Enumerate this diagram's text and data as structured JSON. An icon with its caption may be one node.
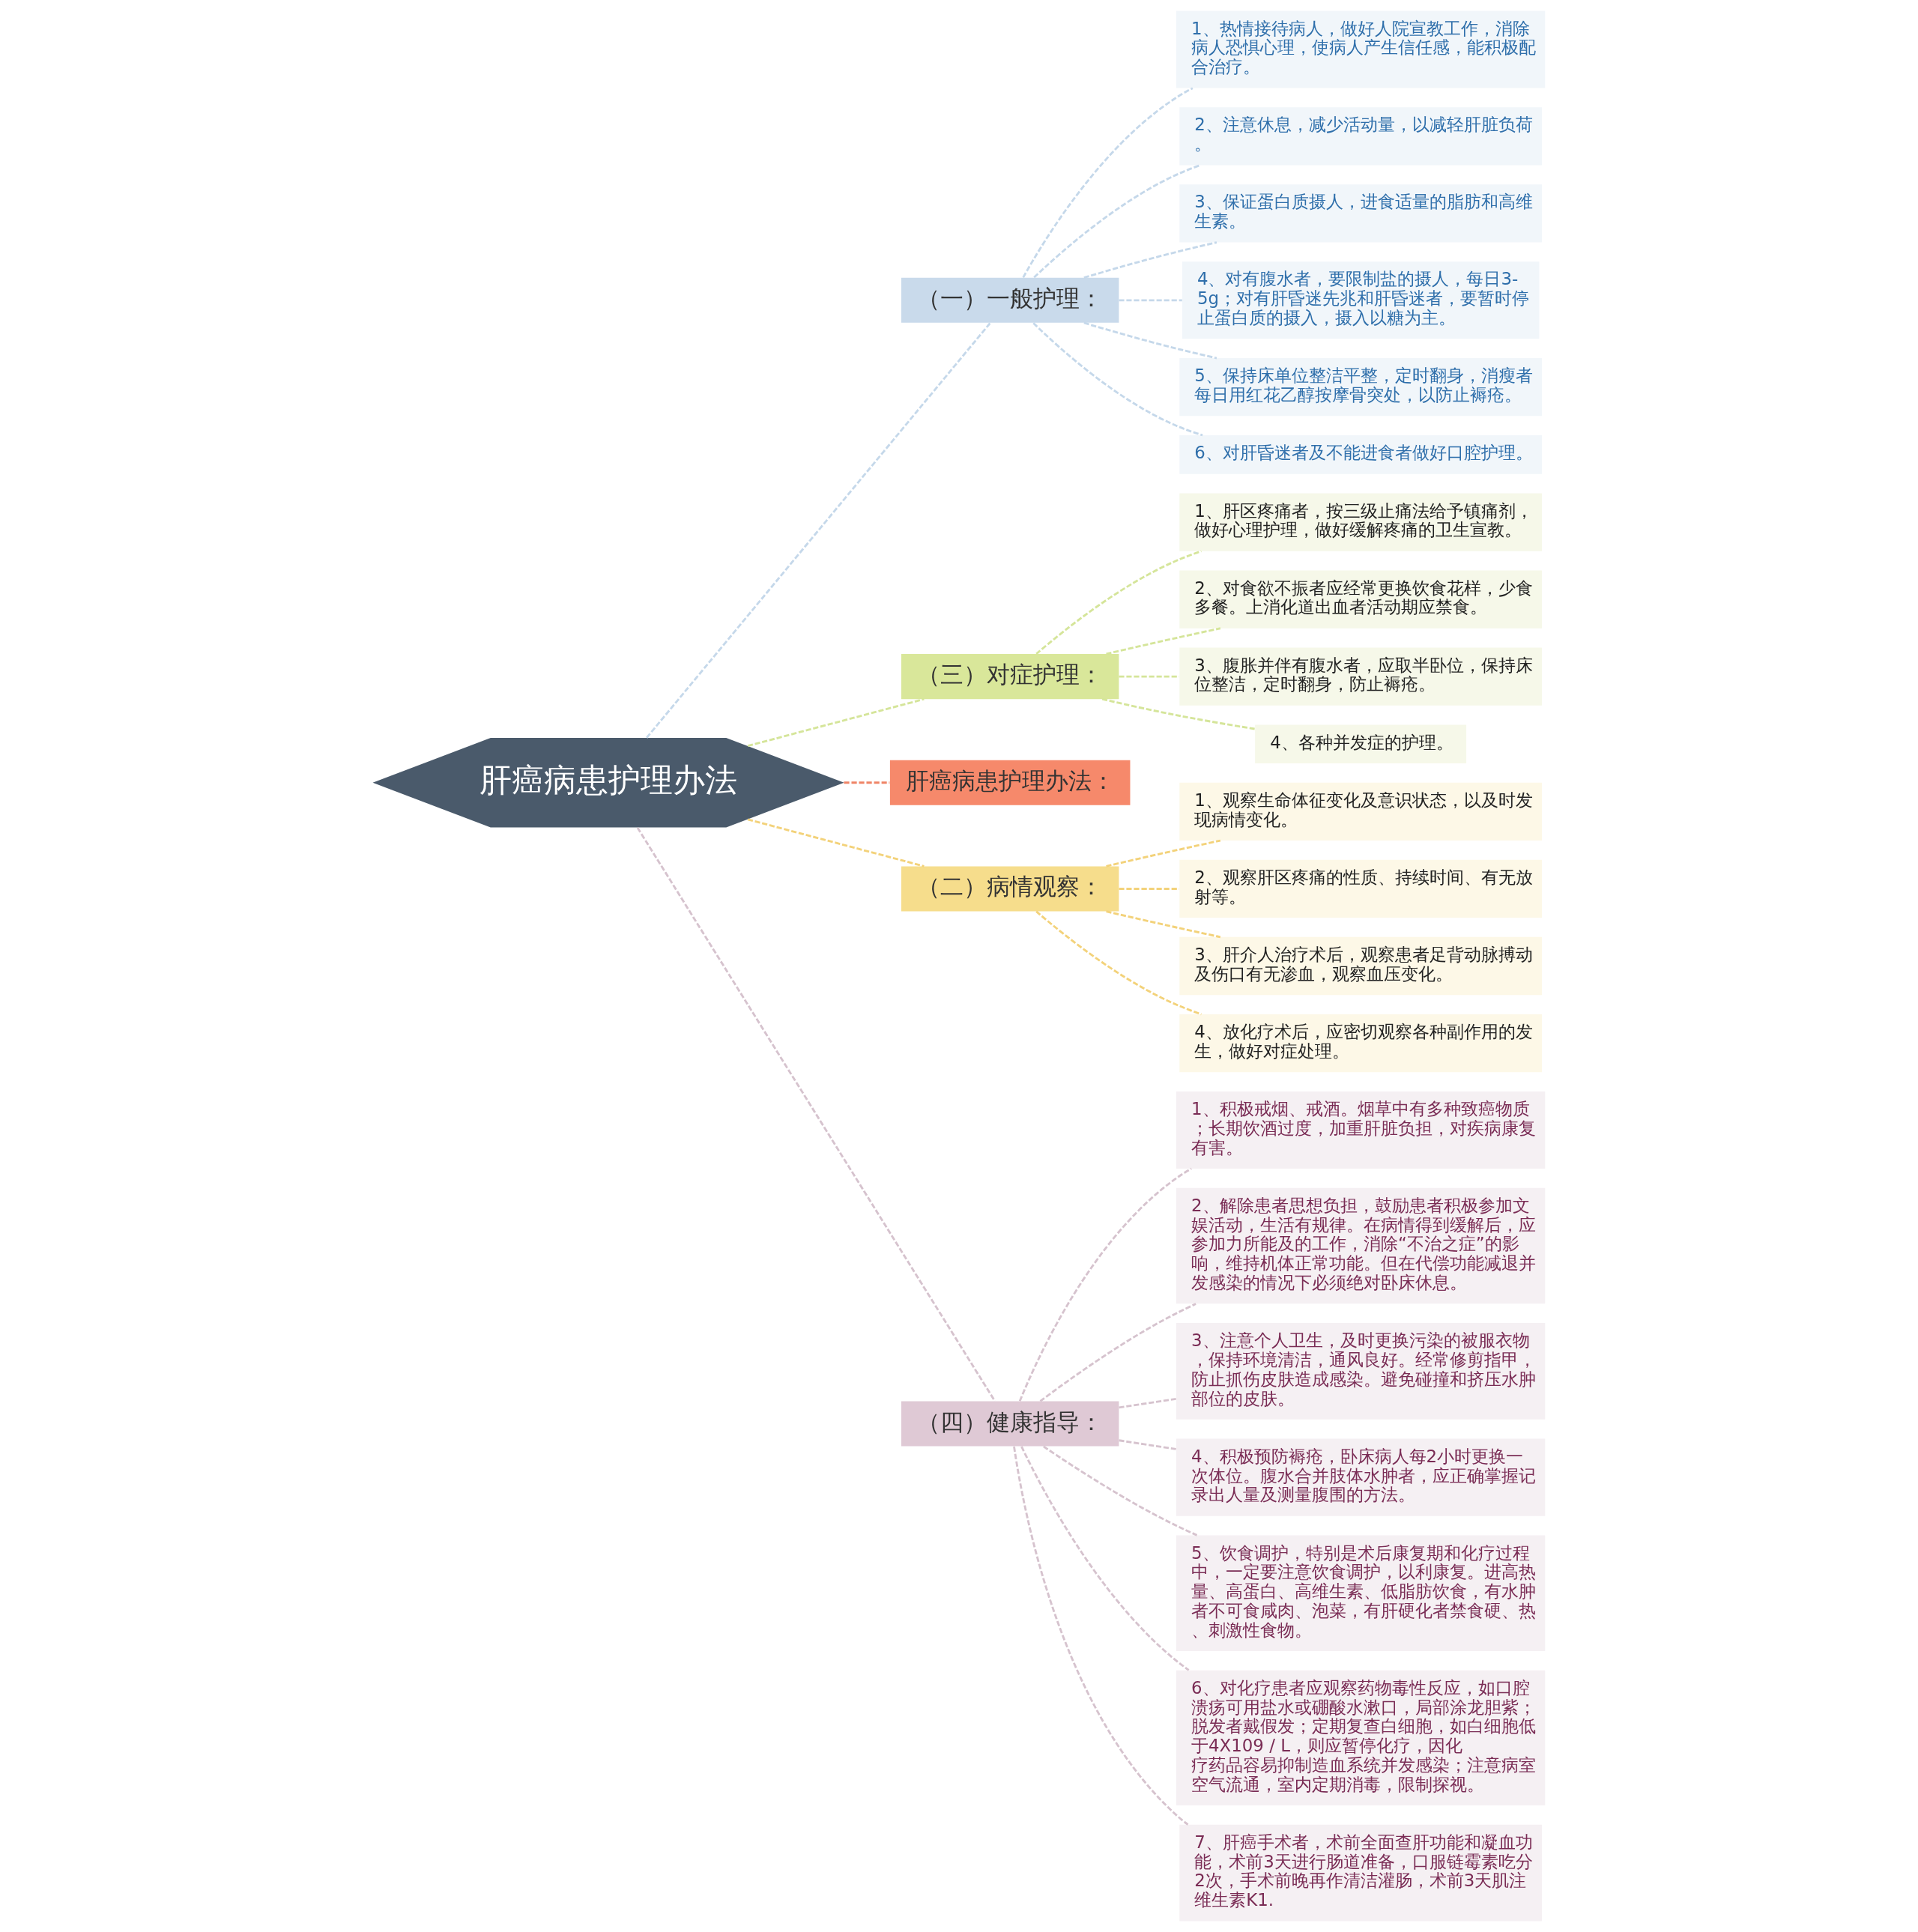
{
  "diagram": {
    "nodes": [
      {
        "text": [
          "肝癌病患护理办法"
        ]
      },
      {
        "text": [
          "（一）一般护理："
        ]
      },
      {
        "text": [
          "1、热情接待病人，做好人院宣教工作，消除病人恐惧心理，使病人产生信任感，能积极配合治疗。"
        ]
      },
      {
        "text": [
          "2、注意休息，减少活动量，以减轻肝脏负荷。"
        ]
      },
      {
        "text": [
          "3、保证蛋白质摄人，进食适量的脂肪和高维生素。"
        ]
      },
      {
        "text": [
          "4、对有腹水者，要限制盐的摄人，每日3-5g；对有肝昏迷先兆和肝昏迷者，要暂时停止蛋白质的摄入，摄入以糖为主。"
        ]
      },
      {
        "text": [
          "5、保持床单位整洁平整，定时翻身，消瘦者每日用红花乙醇按摩骨突处，以防止褥疮。"
        ]
      },
      {
        "text": [
          "6、对肝昏迷者及不能进食者做好口腔护理。"
        ]
      },
      {
        "text": [
          "（三）对症护理："
        ]
      },
      {
        "text": [
          "1、肝区疼痛者，按三级止痛法给予镇痛剂，做好心理护理，做好缓解疼痛的卫生宣教。"
        ]
      },
      {
        "text": [
          "2、对食欲不振者应经常更换饮食花样，少食多餐。上消化道出血者活动期应禁食。"
        ]
      },
      {
        "text": [
          "3、腹胀并伴有腹水者，应取半卧位，保持床位整洁，定时翻身，防止褥疮。"
        ]
      },
      {
        "text": [
          "4、各种并发症的护理。"
        ]
      },
      {
        "text": [
          "肝癌病患护理办法："
        ]
      },
      {
        "text": [
          "（二）病情观察："
        ]
      },
      {
        "text": [
          "1、观察生命体征变化及意识状态，以及时发现病情变化。"
        ]
      },
      {
        "text": [
          "2、观察肝区疼痛的性质、持续时间、有无放射等。"
        ]
      },
      {
        "text": [
          "3、肝介人治疗术后，观察患者足背动脉搏动及伤口有无渗血，观察血压变化。"
        ]
      },
      {
        "text": [
          "4、放化疗术后，应密切观察各种副作用的发生，做好对症处理。"
        ]
      },
      {
        "text": [
          "（四）健康指导："
        ]
      },
      {
        "text": [
          "1、积极戒烟、戒酒。烟草中有多种致癌物质；长期饮酒过度，加重肝脏负担，对疾病康复有害。"
        ]
      },
      {
        "text": [
          "2、解除患者思想负担，鼓励患者积极参加文娱活动，生活有规律。在病情得到缓解后，应参加力所能及的工作，消除“不治之症”的影响，维持机体正常功能。但在代偿功能减退并发感染的情况下必须绝对卧床休息。"
        ]
      },
      {
        "text": [
          "3、注意个人卫生，及时更换污染的被服衣物，保持环境清洁，通风良好。经常修剪指甲，防止抓伤皮肤造成感染。避免碰撞和挤压水肿部位的皮肤。"
        ]
      },
      {
        "text": [
          "4、积极预防褥疮，卧床病人每2小时更换一次体位。腹水合并肢体水肿者，应正确掌握记录出人量及测量腹围的方法。"
        ]
      },
      {
        "text": [
          "5、饮食调护，特别是术后康复期和化疗过程中，一定要注意饮食调护，以利康复。进高热量、高蛋白、高维生素、低脂肪饮食，有水肿者不可食咸肉、泡菜，有肝硬化者禁食硬、热、刺激性食物。"
        ]
      },
      {
        "text": [
          "6、对化疗患者应观察药物毒性反应，如口腔溃疡可用盐水或硼酸水漱口，局部涂龙胆紫；脱发者戴假发；定期复查白细胞，如白细胞低于4X109 / L，则应暂停化疗，因化疗药品容易抑制造血系统并发感染；注意病室空气流通，室内定期消毒，限制探视。"
        ]
      },
      {
        "text": [
          "7、肝癌手术者，术前全面查肝功能和凝血功能，术前3天进行肠道准备，口服链霉素吃分2次，手术前晚再作清洁灌肠，术前3天肌注维生素K1."
        ]
      }
    ],
    "edges": [
      {
        "from": 0,
        "to": 1,
        "arrow": "none",
        "style": "dashed",
        "color": "#c5d8ea"
      },
      {
        "from": 1,
        "to": 2,
        "arrow": "none",
        "style": "dashed",
        "color": "#c5d8ea"
      },
      {
        "from": 1,
        "to": 3,
        "arrow": "none",
        "style": "dashed",
        "color": "#c5d8ea"
      },
      {
        "from": 1,
        "to": 4,
        "arrow": "none",
        "style": "dashed",
        "color": "#c5d8ea"
      },
      {
        "from": 1,
        "to": 5,
        "arrow": "none",
        "style": "dashed",
        "color": "#c5d8ea"
      },
      {
        "from": 1,
        "to": 6,
        "arrow": "none",
        "style": "dashed",
        "color": "#c5d8ea"
      },
      {
        "from": 1,
        "to": 7,
        "arrow": "none",
        "style": "dashed",
        "color": "#c5d8ea"
      },
      {
        "from": 0,
        "to": 8,
        "arrow": "none",
        "style": "dashed",
        "color": "#d5e59a"
      },
      {
        "from": 8,
        "to": 9,
        "arrow": "none",
        "style": "dashed",
        "color": "#d5e59a"
      },
      {
        "from": 8,
        "to": 10,
        "arrow": "none",
        "style": "dashed",
        "color": "#d5e59a"
      },
      {
        "from": 8,
        "to": 11,
        "arrow": "none",
        "style": "dashed",
        "color": "#d5e59a"
      },
      {
        "from": 8,
        "to": 12,
        "arrow": "none",
        "style": "dashed",
        "color": "#d5e59a"
      },
      {
        "from": 0,
        "to": 13,
        "arrow": "none",
        "style": "dashed",
        "color": "#ef8466"
      },
      {
        "from": 0,
        "to": 14,
        "arrow": "none",
        "style": "dashed",
        "color": "#f3d27a"
      },
      {
        "from": 14,
        "to": 15,
        "arrow": "none",
        "style": "dashed",
        "color": "#f3d27a"
      },
      {
        "from": 14,
        "to": 16,
        "arrow": "none",
        "style": "dashed",
        "color": "#f3d27a"
      },
      {
        "from": 14,
        "to": 17,
        "arrow": "none",
        "style": "dashed",
        "color": "#f3d27a"
      },
      {
        "from": 14,
        "to": 18,
        "arrow": "none",
        "style": "dashed",
        "color": "#f3d27a"
      },
      {
        "from": 0,
        "to": 19,
        "arrow": "none",
        "style": "dashed",
        "color": "#d6c3ce"
      },
      {
        "from": 19,
        "to": 20,
        "arrow": "none",
        "style": "dashed",
        "color": "#d6c3ce"
      },
      {
        "from": 19,
        "to": 21,
        "arrow": "none",
        "style": "dashed",
        "color": "#d6c3ce"
      },
      {
        "from": 19,
        "to": 22,
        "arrow": "none",
        "style": "dashed",
        "color": "#d6c3ce"
      },
      {
        "from": 19,
        "to": 23,
        "arrow": "none",
        "style": "dashed",
        "color": "#d6c3ce"
      },
      {
        "from": 19,
        "to": 24,
        "arrow": "none",
        "style": "dashed",
        "color": "#d6c3ce"
      },
      {
        "from": 19,
        "to": 25,
        "arrow": "none",
        "style": "dashed",
        "color": "#d6c3ce"
      },
      {
        "from": 19,
        "to": 26,
        "arrow": "none",
        "style": "dashed",
        "color": "#d6c3ce"
      }
    ]
  }
}
